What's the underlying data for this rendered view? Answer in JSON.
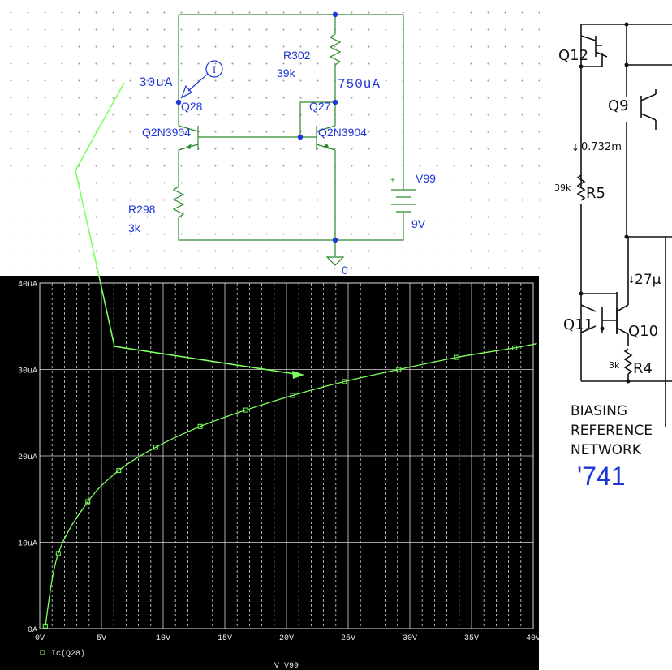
{
  "schematic": {
    "annotation_current": "30uA",
    "annotation_r302_current": "750uA",
    "probe_symbol": "I",
    "q28": {
      "name": "Q28",
      "model": "Q2N3904"
    },
    "q27": {
      "name": "Q27",
      "model": "Q2N3904"
    },
    "r302": {
      "name": "R302",
      "value": "39k"
    },
    "r298": {
      "name": "R298",
      "value": "3k"
    },
    "v99": {
      "name": "V99",
      "value": "9V",
      "plus": "+",
      "minus": "-"
    },
    "ground": "0"
  },
  "reference": {
    "q12": "Q12",
    "q9": "Q9",
    "q11": "Q11",
    "q10": "Q10",
    "current_a": "0.732m",
    "current_b": "27µ",
    "r5_value": "39k",
    "r5_name": "R5",
    "r4_value": "3k",
    "r4_name": "R4",
    "caption": [
      "BIASING",
      "REFERENCE",
      "NETWORK"
    ],
    "part": "'741"
  },
  "chart_data": {
    "type": "line",
    "xlabel": "V_V99",
    "ylabel": "",
    "x_ticks": [
      "0V",
      "5V",
      "10V",
      "15V",
      "20V",
      "25V",
      "30V",
      "35V",
      "40V"
    ],
    "y_ticks": [
      "0A",
      "10uA",
      "20uA",
      "30uA",
      "40uA"
    ],
    "xlim": [
      0,
      40
    ],
    "ylim": [
      0,
      40
    ],
    "y_unit": "uA",
    "grid": true,
    "background": "#000000",
    "series": [
      {
        "name": "Ic(Q28)",
        "color": "#7fff5f",
        "x": [
          0.45,
          1.5,
          3.9,
          6.4,
          9.4,
          13.0,
          16.7,
          20.5,
          24.7,
          29.1,
          33.8,
          38.5,
          40.3
        ],
        "y": [
          0.3,
          8.7,
          14.7,
          18.3,
          21.0,
          23.4,
          25.3,
          27.0,
          28.6,
          30.0,
          31.4,
          32.5,
          33.0
        ]
      }
    ]
  }
}
